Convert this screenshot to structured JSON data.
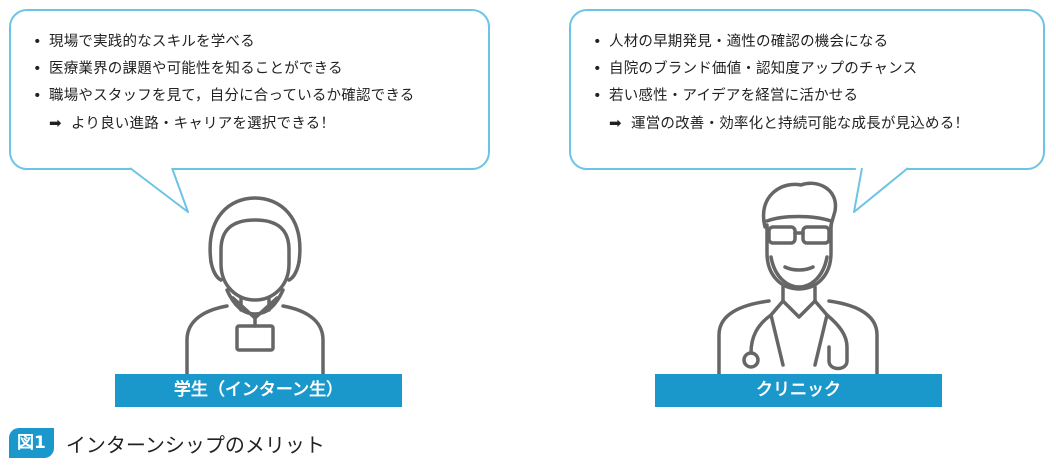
{
  "colors": {
    "bubble_border": "#6cc4e4",
    "label_fill": "#1a98cc",
    "figure_stroke": "#666666"
  },
  "student": {
    "points": [
      "現場で実践的なスキルを学べる",
      "医療業界の課題や可能性を知ることができる",
      "職場やスタッフを見て，自分に合っているか確認できる"
    ],
    "conclusion": "より良い進路・キャリアを選択できる！",
    "label": "学生（インターン生）",
    "icon": "student-icon"
  },
  "clinic": {
    "points": [
      "人材の早期発見・適性の確認の機会になる",
      "自院のブランド価値・認知度アップのチャンス",
      "若い感性・アイデアを経営に活かせる"
    ],
    "conclusion": "運営の改善・効率化と持続可能な成長が見込める！",
    "label": "クリニック",
    "icon": "doctor-icon"
  },
  "caption": {
    "badge": "図1",
    "text": "インターンシップのメリット"
  },
  "bullet_glyph": "•",
  "arrow_glyph": "➡"
}
